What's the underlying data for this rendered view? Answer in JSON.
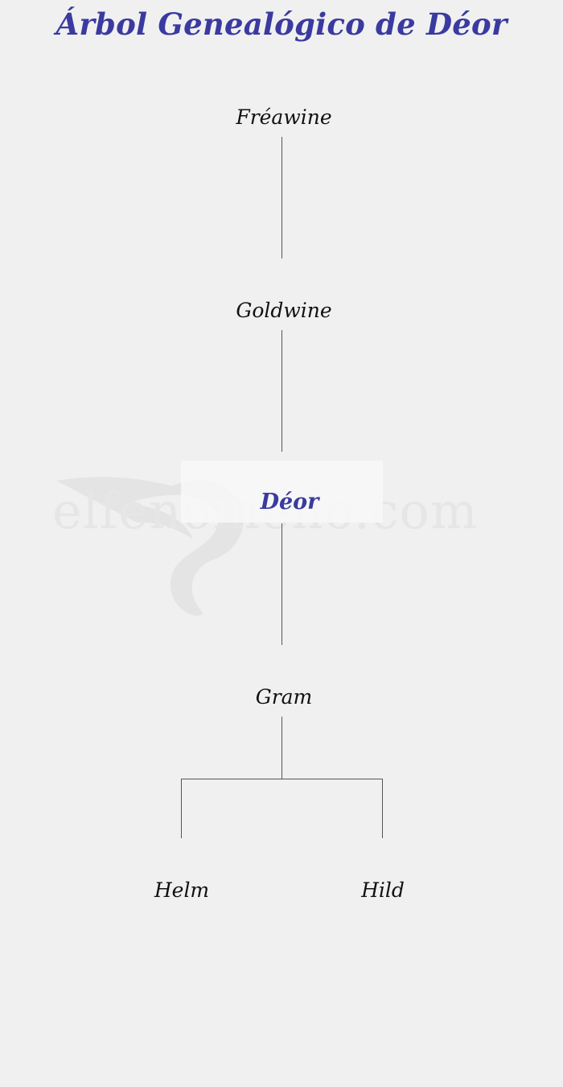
{
  "title": "Árbol Genealógico de Déor",
  "watermark": "elfenomeno.com",
  "colors": {
    "accent": "#3a3aa0",
    "text": "#111111",
    "line": "#555555",
    "background": "#f0f0f0"
  },
  "tree": {
    "generation1": "Fréawine",
    "generation2": "Goldwine",
    "focus": "Déor",
    "generation4": "Gram",
    "children": [
      "Helm",
      "Hild"
    ]
  }
}
